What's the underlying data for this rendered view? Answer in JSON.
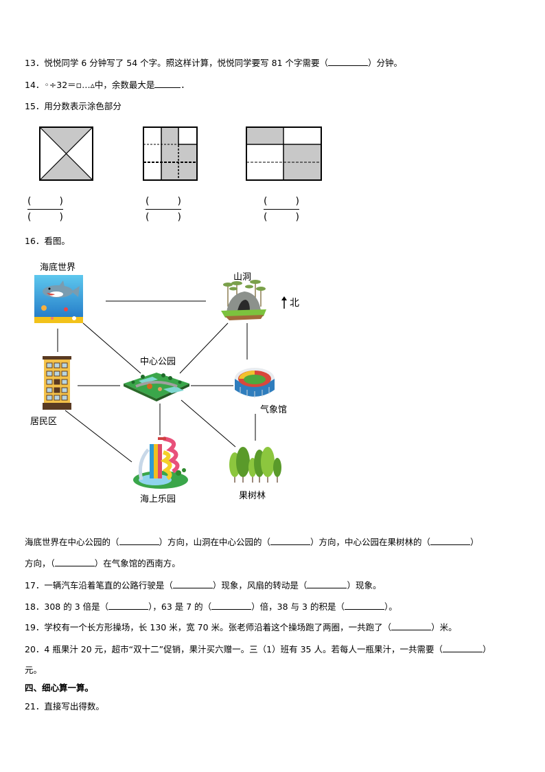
{
  "questions": {
    "q13": {
      "prefix": "13．悦悦同学 6 分钟写了 54 个字。照这样计算，悦悦同学要写 81 个字需要（",
      "suffix": "）分钟。"
    },
    "q14": {
      "prefix": "14．◦÷32＝▫…▵中，余数最大是",
      "suffix": "．"
    },
    "q15": {
      "text": "15．用分数表示涂色部分",
      "fraction_paren_open": "(",
      "fraction_paren_close": ")",
      "figures": [
        {
          "description": "square with diagonals, top and bottom triangles shaded"
        },
        {
          "description": "rectangle 3x3 grid with dashed lines, middle column and lower right shaded"
        },
        {
          "description": "rectangle 2 columns, top-left and right lower part shaded"
        }
      ]
    },
    "q16": {
      "text": "16．看图。",
      "north_label": "北",
      "places": {
        "haidi": "海底世界",
        "shandong": "山洞",
        "zhongxin": "中心公园",
        "qixiang": "气象馆",
        "jumin": "居民区",
        "haishang": "海上乐园",
        "guoshu": "果树林"
      },
      "answer_line1": {
        "p1": "海底世界在中心公园的（",
        "p2": "）方向，山洞在中心公园的（",
        "p3": "）方向，中心公园在果树林的（",
        "p4": "）"
      },
      "answer_line2": {
        "p1": "方向，（",
        "p2": "）在气象馆的西南方。"
      }
    },
    "q17": {
      "p1": "17．一辆汽车沿着笔直的公路行驶是（",
      "p2": "）现象，风扇的转动是（",
      "p3": "）现象。"
    },
    "q18": {
      "p1": "18．308 的 3 倍是（",
      "p2": "），63 是 7 的（",
      "p3": "）倍，38 与 3 的积是（",
      "p4": "）。"
    },
    "q19": {
      "p1": "19．学校有一个长方形操场，长 130 米，宽 70 米。张老师沿着这个操场跑了两圈，一共跑了（",
      "p2": "）米。"
    },
    "q20": {
      "p1": "20．4 瓶果汁 20 元，超市“双十二”促销，果汁买六赠一。三（1）班有 35 人。若每人一瓶果汁，一共需要（",
      "p2": "）",
      "line2": "元。"
    },
    "section4": {
      "title": "四、细心算一算。"
    },
    "q21": {
      "text": "21．直接写出得数。"
    }
  }
}
